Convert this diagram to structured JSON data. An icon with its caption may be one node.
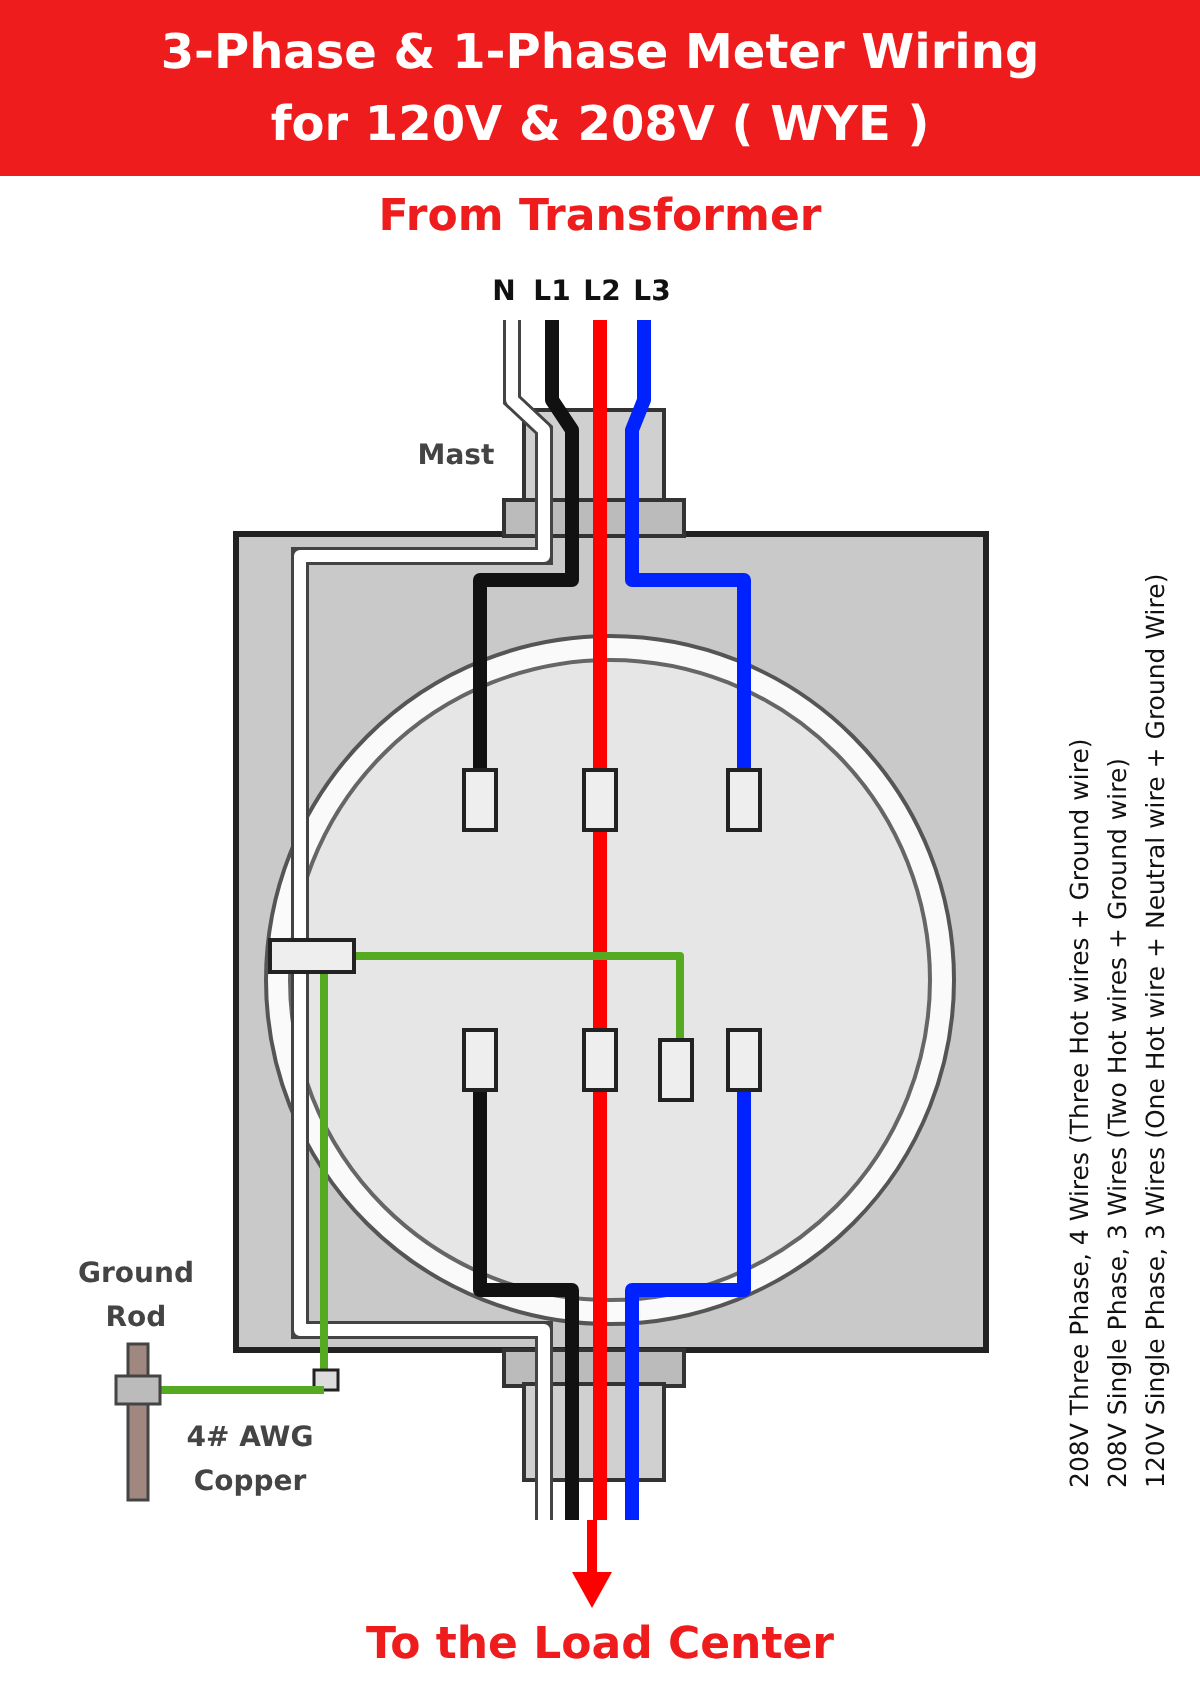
{
  "diagram": {
    "title": "3-Phase & 1-Phase Meter Wiring for 120V & 208V ( WYE )",
    "labels": [
      "From Transformer",
      "N",
      "L1",
      "L2",
      "L3",
      "Mast",
      "Ground Rod",
      "4# AWG Copper",
      "To the Load Center",
      "208V Three Phase, 4 Wires (Three Hot wires + Ground wire)",
      "208V Single Phase, 3 Wires (Two Hot wires + Ground wire)",
      "120V Single Phase, 3 Wires (One Hot wire + Neutral wire + Ground Wire)"
    ]
  }
}
